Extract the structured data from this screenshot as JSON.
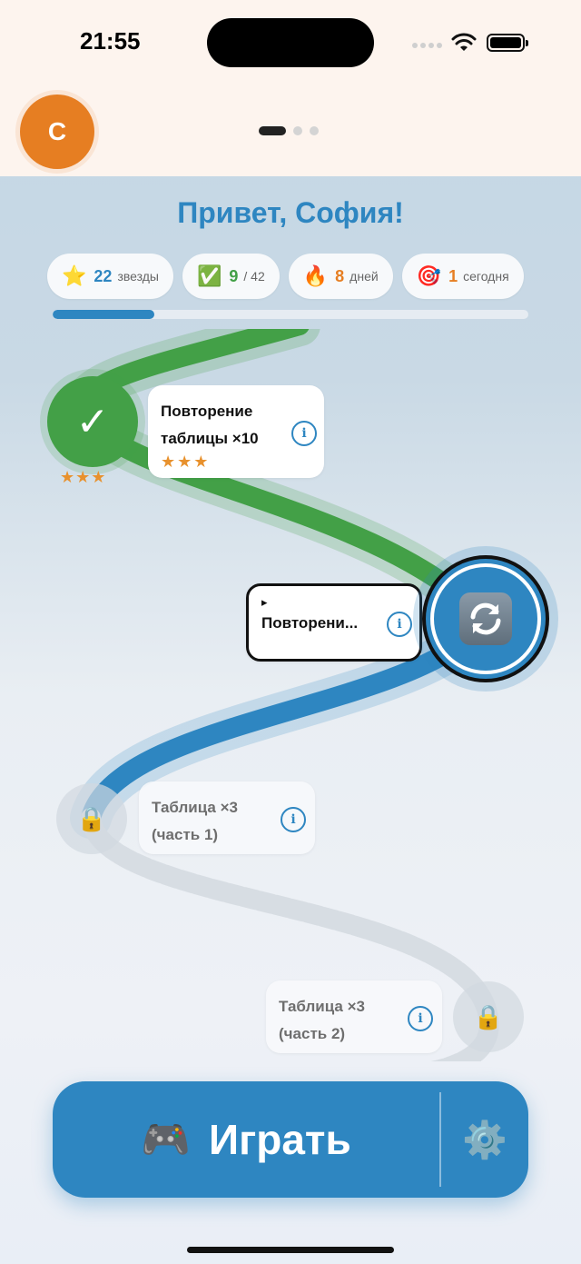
{
  "status": {
    "time": "21:55"
  },
  "header": {
    "avatar_letter": "С",
    "page_dots": 3,
    "active_dot": 0
  },
  "greeting": "Привет, София!",
  "stats": [
    {
      "icon": "star-icon",
      "value": "22",
      "label": "звезды",
      "color": "#2e86c1"
    },
    {
      "icon": "check-icon",
      "value": "9",
      "label": "/ 42",
      "color": "#43a047"
    },
    {
      "icon": "fire-icon",
      "value": "8",
      "label": "дней",
      "color": "#e67e22"
    },
    {
      "icon": "target-icon",
      "value": "1",
      "label": "сегодня",
      "color": "#e67e22"
    }
  ],
  "progress": {
    "completed": 9,
    "total": 42
  },
  "path": {
    "nodes": [
      {
        "state": "done",
        "title": "Повторение таблицы ×10",
        "stars": "★★★"
      },
      {
        "state": "current",
        "marker": "▸",
        "title": "Повторени..."
      },
      {
        "state": "locked",
        "title_line1": "Таблица ×3",
        "title_line2": "(часть 1)"
      },
      {
        "state": "locked",
        "title_line1": "Таблица ×3",
        "title_line2": "(часть 2)"
      }
    ]
  },
  "play": {
    "label": "Играть"
  },
  "colors": {
    "accent": "#2e86c1",
    "done": "#43a047",
    "orange": "#e67e22"
  }
}
